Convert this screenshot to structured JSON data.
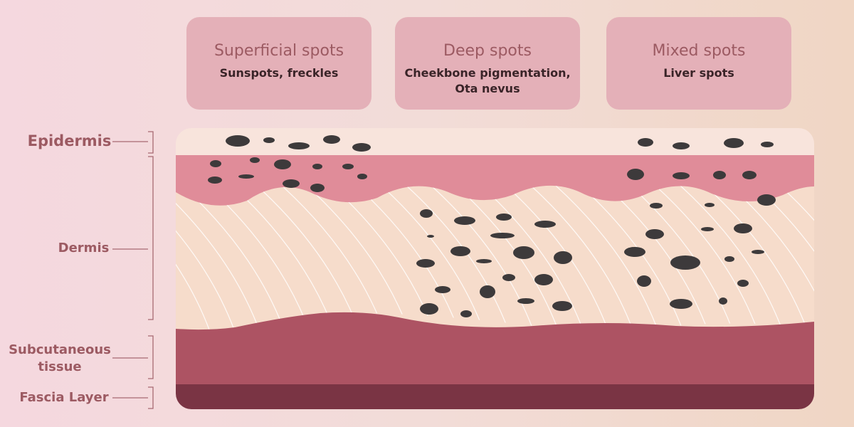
{
  "categories": [
    {
      "title": "Superficial spots",
      "examples": "Sunspots, freckles"
    },
    {
      "title": "Deep spots",
      "examples_line1": "Cheekbone pigmentation,",
      "examples_line2": "Ota nevus"
    },
    {
      "title": "Mixed spots",
      "examples": "Liver spots"
    }
  ],
  "layers": {
    "epidermis": "Epidermis",
    "dermis": "Dermis",
    "subcutaneous_line1": "Subcutaneous",
    "subcutaneous_line2": "tissue",
    "fascia": "Fascia Layer"
  },
  "colors": {
    "epidermis": "#f8e4dc",
    "upper_dermis": "#e08c99",
    "dermis": "#f6dccb",
    "subcutaneous": "#ad5363",
    "fascia": "#7a3444",
    "spot": "#3d3a3b",
    "label": "#9c5a62",
    "card": "#e4b0b8"
  }
}
